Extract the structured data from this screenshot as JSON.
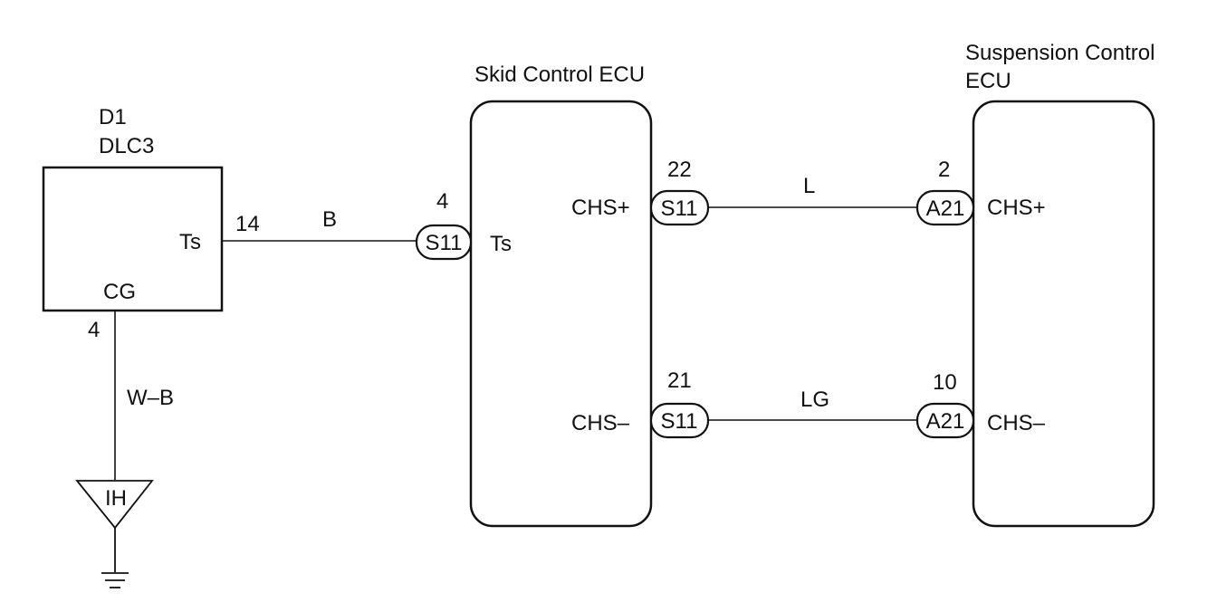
{
  "dlc3": {
    "connector_id": "D1",
    "name": "DLC3",
    "pin_ts_label": "Ts",
    "pin_cg_label": "CG",
    "pin_ts_number": "14",
    "pin_cg_number": "4"
  },
  "skid_ecu": {
    "title": "Skid Control ECU",
    "ts_label": "Ts",
    "ts_connector": "S11",
    "ts_pin": "4",
    "chs_plus_label": "CHS+",
    "chs_plus_connector": "S11",
    "chs_plus_pin": "22",
    "chs_minus_label": "CHS–",
    "chs_minus_connector": "S11",
    "chs_minus_pin": "21"
  },
  "suspension_ecu": {
    "title_line1": "Suspension Control",
    "title_line2": "ECU",
    "chs_plus_label": "CHS+",
    "chs_plus_connector": "A21",
    "chs_plus_pin": "2",
    "chs_minus_label": "CHS–",
    "chs_minus_connector": "A21",
    "chs_minus_pin": "10"
  },
  "wires": {
    "ts_color": "B",
    "chs_plus_color": "L",
    "chs_minus_color": "LG",
    "ground_color": "W–B"
  },
  "ground": {
    "point_label": "IH"
  }
}
